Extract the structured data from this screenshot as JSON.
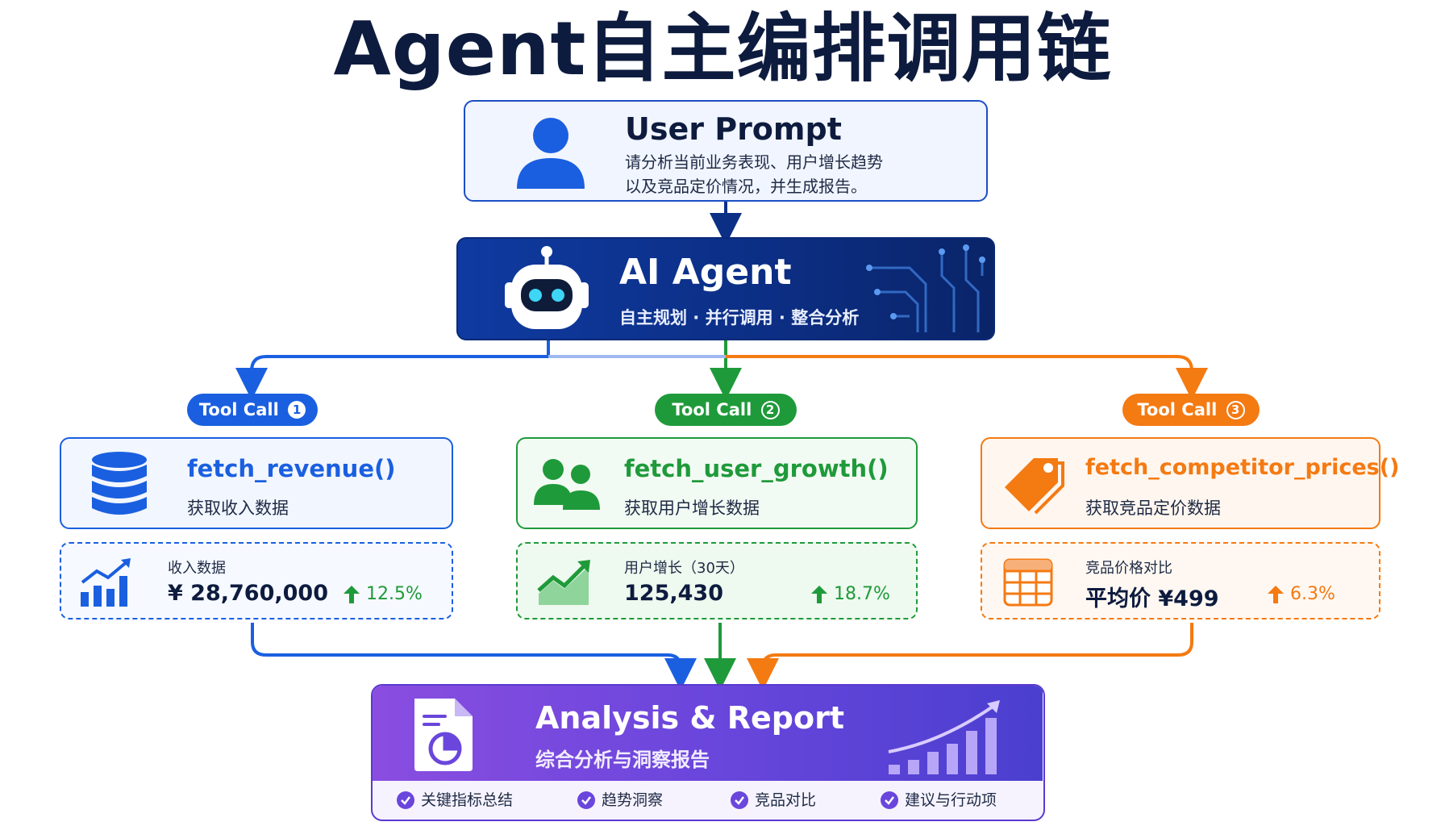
{
  "title": "Agent自主编排调用链",
  "user_prompt": {
    "title": "User Prompt",
    "line1": "请分析当前业务表现、用户增长趋势",
    "line2": "以及竞品定价情况，并生成报告。"
  },
  "agent": {
    "title": "AI Agent",
    "subtitle": "自主规划 · 并行调用 · 整合分析"
  },
  "tools": [
    {
      "pill_text": "Tool Call",
      "pill_num": "1",
      "function": "fetch_revenue()",
      "desc": "获取收入数据",
      "metric_label": "收入数据",
      "metric_value": "¥ 28,760,000",
      "metric_change": "12.5%",
      "color": "#1a5fe0"
    },
    {
      "pill_text": "Tool Call",
      "pill_num": "2",
      "function": "fetch_user_growth()",
      "desc": "获取用户增长数据",
      "metric_label": "用户增长（30天）",
      "metric_value": "125,430",
      "metric_change": "18.7%",
      "color": "#1f9a3a"
    },
    {
      "pill_text": "Tool Call",
      "pill_num": "3",
      "function": "fetch_competitor_prices()",
      "desc": "获取竞品定价数据",
      "metric_label": "竞品价格对比",
      "metric_value": "平均价 ¥499",
      "metric_change": "6.3%",
      "color": "#f47a12"
    }
  ],
  "report": {
    "title": "Analysis & Report",
    "subtitle": "综合分析与洞察报告",
    "items": [
      "关键指标总结",
      "趋势洞察",
      "竞品对比",
      "建议与行动项"
    ]
  },
  "colors": {
    "blue": "#1a5fe0",
    "green": "#1f9a3a",
    "orange": "#f47a12",
    "navy": "#0c2f86",
    "purple": "#6a46dc"
  }
}
